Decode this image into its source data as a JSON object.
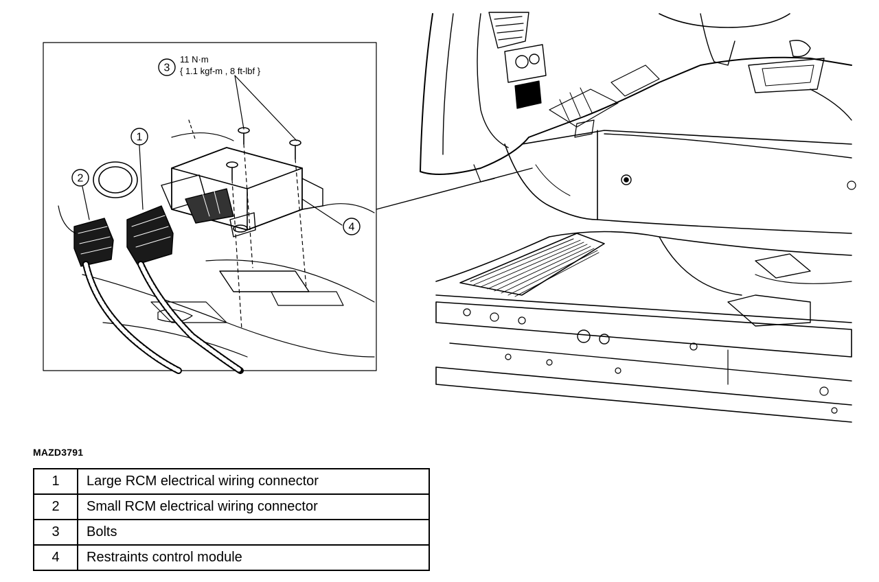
{
  "figure_id": "MAZD3791",
  "callouts": {
    "c1": "1",
    "c2": "2",
    "c3": "3",
    "c4": "4"
  },
  "torque": {
    "line1": "11 N·m",
    "line2": "{ 1.1 kgf-m , 8 ft-lbf }"
  },
  "legend": [
    {
      "num": "1",
      "desc": "Large RCM electrical wiring connector"
    },
    {
      "num": "2",
      "desc": "Small RCM electrical wiring connector"
    },
    {
      "num": "3",
      "desc": "Bolts"
    },
    {
      "num": "4",
      "desc": "Restraints control module"
    }
  ]
}
